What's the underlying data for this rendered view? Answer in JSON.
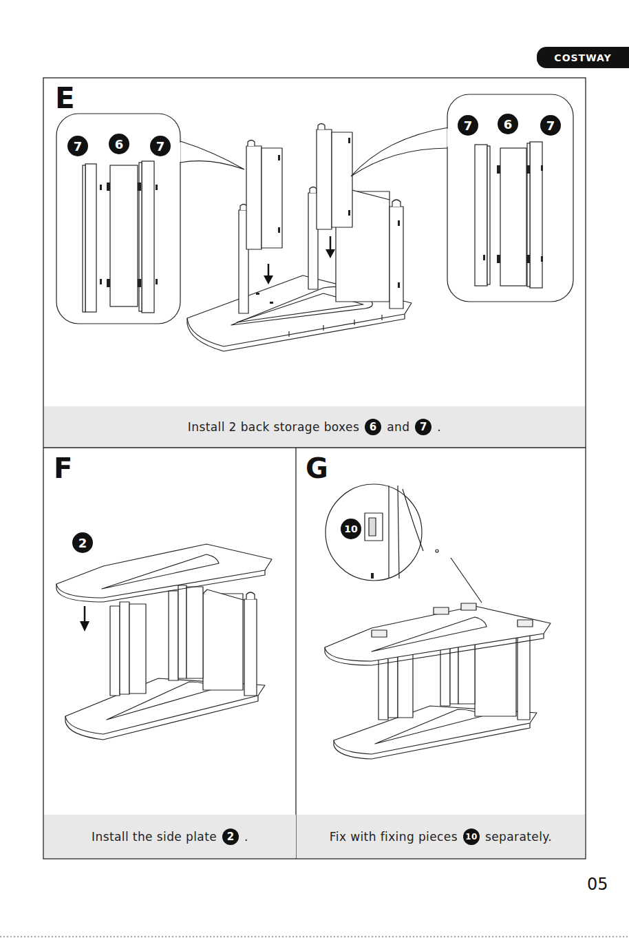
{
  "diagram": {
    "nodes": [
      {
        "text": [
          "COSTWAY"
        ]
      },
      {
        "text": [
          "7"
        ]
      },
      {
        "text": [
          "6"
        ]
      },
      {
        "text": [
          "7"
        ]
      },
      {
        "text": [
          "7"
        ]
      },
      {
        "text": [
          "6"
        ]
      },
      {
        "text": [
          "7"
        ]
      },
      {
        "text": [
          "Install 2 back storage boxes",
          "and",
          "."
        ]
      },
      {
        "text": [
          "6"
        ],
        "in": 7
      },
      {
        "text": [
          "7"
        ],
        "in": 7
      },
      {
        "text": [
          "2"
        ]
      },
      {
        "text": [
          "10"
        ]
      },
      {
        "text": [
          "Install the side plate",
          "."
        ]
      },
      {
        "text": [
          "2"
        ],
        "in": 12
      },
      {
        "text": [
          "Fix with fixing pieces",
          "separately."
        ]
      },
      {
        "text": [
          "10"
        ],
        "in": 14
      }
    ],
    "labels": [
      "E",
      "F",
      "G",
      "05"
    ]
  }
}
